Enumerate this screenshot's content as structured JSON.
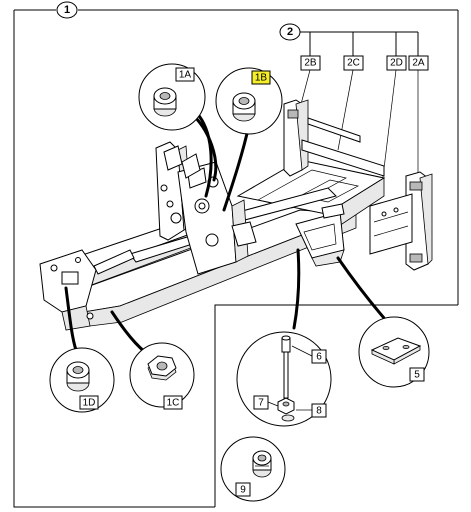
{
  "labels": {
    "main_assembly": "1",
    "group": "2",
    "p1A": "1A",
    "p1B": "1B",
    "p1C": "1C",
    "p1D": "1D",
    "p2A": "2A",
    "p2B": "2B",
    "p2C": "2C",
    "p2D": "2D",
    "p5": "5",
    "p6": "6",
    "p7": "7",
    "p8": "8",
    "p9": "9"
  },
  "highlight_color": "#f5ee2a"
}
